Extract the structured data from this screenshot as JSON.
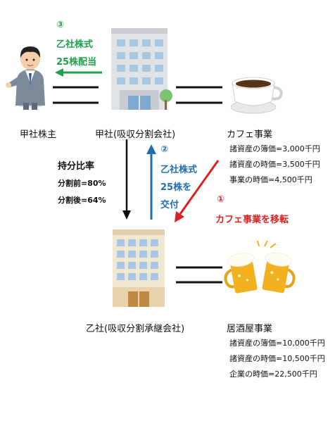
{
  "step3": {
    "num": "③",
    "line1": "乙社株式",
    "line2": "25株配当"
  },
  "step2": {
    "num": "②",
    "line1": "乙社株式",
    "line2": "25株を",
    "line3": "交付"
  },
  "step1": {
    "num": "①",
    "text": "カフェ事業を移転"
  },
  "shareholder_label": "甲社株主",
  "company_a_label": "甲社(吸収分割会社)",
  "company_b_label": "乙社(吸収分割承継会社)",
  "cafe": {
    "title": "カフェ事業",
    "items": [
      "諸資産の簿価=3,000千円",
      "諸資産の時価=3,500千円",
      "事業の時価=4,500千円"
    ]
  },
  "izakaya": {
    "title": "居酒屋事業",
    "items": [
      "諸資産の簿価=10,000千円",
      "諸資産の時価=10,500千円",
      "企業の時価=22,500千円"
    ]
  },
  "ownership": {
    "title": "持分比率",
    "before": "分割前=80%",
    "after": "分割後=64%"
  },
  "colors": {
    "green": "#1ea24a",
    "blue": "#1f6fb2",
    "red": "#e02020"
  }
}
